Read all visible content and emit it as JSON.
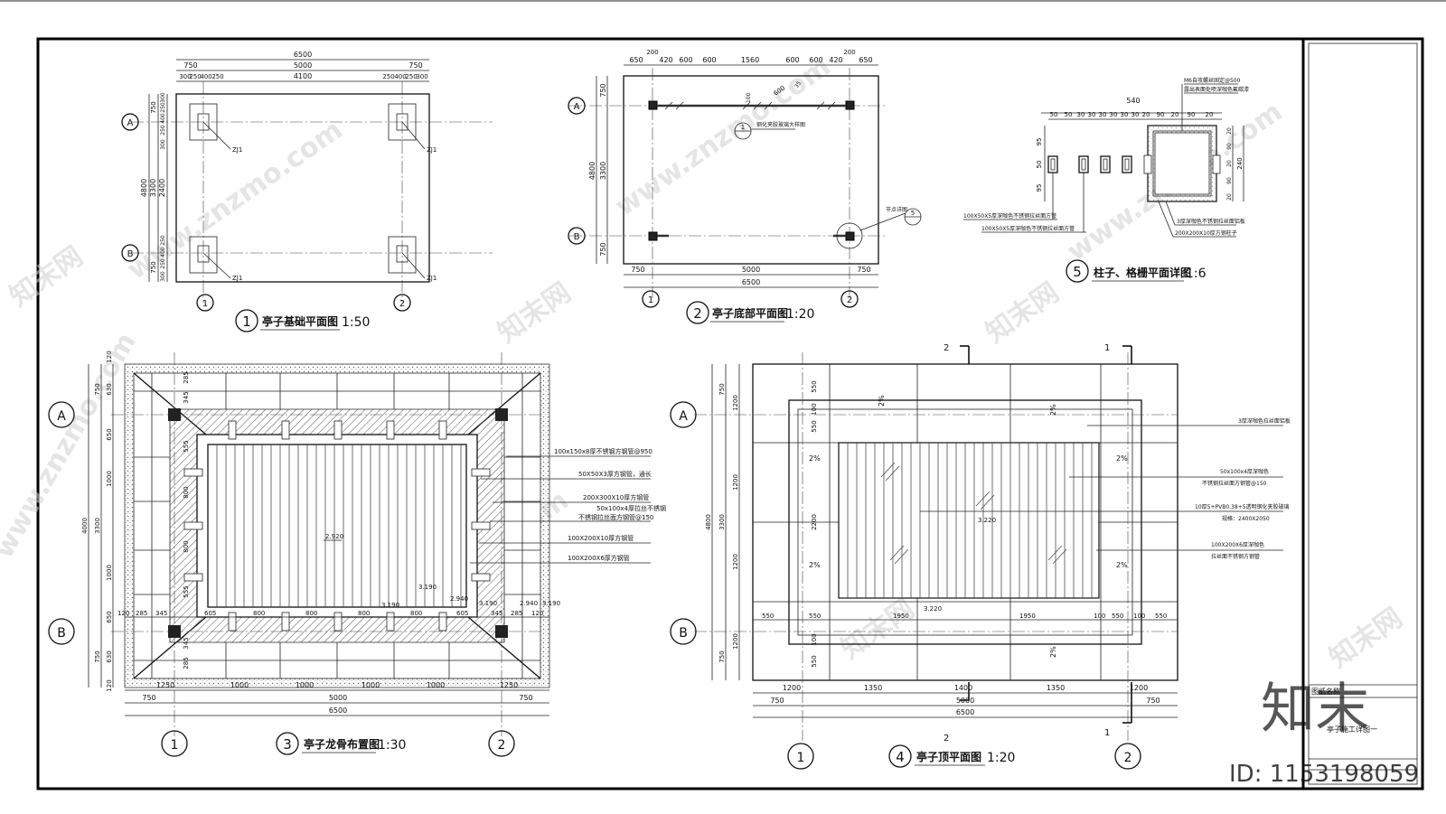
{
  "title_block": {
    "drawing_name_label": "图纸名称",
    "drawing_name": "亭子施工详图一",
    "watermark_brand": "知末",
    "watermark_site": "www.znzmo.com",
    "watermark_cn": "知末网",
    "image_id": "ID: 1153198059"
  },
  "drawing1": {
    "number": "1",
    "title": "亭子基础平面图",
    "scale": "1:50",
    "axis_a": "A",
    "axis_b": "B",
    "axis_1": "1",
    "axis_2": "2",
    "dims_top": [
      "6500",
      "750",
      "5000",
      "750",
      "300",
      "250",
      "400",
      "250",
      "4100",
      "250",
      "400",
      "250",
      "300"
    ],
    "dims_left": [
      "4800",
      "3300",
      "2400",
      "750",
      "750",
      "300",
      "250",
      "400",
      "250",
      "300",
      "250",
      "400",
      "250",
      "300"
    ],
    "tag": "ZJ1"
  },
  "drawing2": {
    "number": "2",
    "title": "亭子底部平面图",
    "scale": "1:20",
    "axis_a": "A",
    "axis_b": "B",
    "axis_1": "1",
    "axis_2": "2",
    "dims_top": [
      "650",
      "200",
      "420",
      "600",
      "600",
      "1560",
      "600",
      "600",
      "420",
      "200",
      "650"
    ],
    "dims_bottom": [
      "750",
      "5000",
      "750",
      "6500"
    ],
    "dims_left": [
      "750",
      "4800",
      "3300",
      "750"
    ],
    "note_glass": "钢化夹胶玻璃大样图",
    "note_detail": "节点详图",
    "dim_600": "600",
    "dim_100": "100",
    "dim_35": "35",
    "callout_1": "1",
    "callout_5": "5"
  },
  "drawing3": {
    "number": "3",
    "title": "亭子龙骨布置图",
    "scale": "1:30",
    "axis_a": "A",
    "axis_b": "B",
    "axis_1": "1",
    "axis_2": "2",
    "labels": [
      "100x150x8厚不锈钢方钢管@950",
      "50X50X3厚方钢管，通长",
      "200X300X10厚方钢管",
      "50x100x4厚拉丝不锈钢",
      "不锈钢拉丝面方钢管@150",
      "100X200X10厚方钢管",
      "100X200X6厚方钢管"
    ],
    "elev": [
      "2.920",
      "3.190",
      "3.190",
      "2.940",
      "3.190",
      "2.940",
      "3.190"
    ],
    "dims_left": [
      "120",
      "750",
      "630",
      "345",
      "285",
      "650",
      "555",
      "4000",
      "1000",
      "800",
      "3300",
      "800",
      "1000",
      "555",
      "650",
      "345",
      "285",
      "750",
      "630",
      "120"
    ],
    "dims_inner": [
      "120",
      "285",
      "345",
      "605",
      "800",
      "800",
      "800",
      "800",
      "605",
      "345",
      "285",
      "120"
    ],
    "dims_bottom": [
      "1250",
      "1000",
      "1000",
      "1000",
      "1000",
      "1250",
      "750",
      "5000",
      "750",
      "6500"
    ]
  },
  "drawing4": {
    "number": "4",
    "title": "亭子顶平面图",
    "scale": "1:20",
    "axis_a": "A",
    "axis_b": "B",
    "axis_1": "1",
    "axis_2": "2",
    "section_1": "1",
    "section_2": "2",
    "labels": [
      "3厚深咖色拉丝面铝板",
      "50x100x4厚深咖色",
      "不锈钢拉丝面方钢管@150",
      "10厚5+PVB0.38+5透明钢化夹胶玻璃",
      "规格：2400X2050",
      "100X200X6厚深咖色",
      "拉丝面不锈钢方钢管"
    ],
    "slope": "2%",
    "elev": [
      "3.220",
      "3.220"
    ],
    "dims_left": [
      "750",
      "1200",
      "4800",
      "3300",
      "1200",
      "2200",
      "1200",
      "750",
      "1200"
    ],
    "dims_inner_v": [
      "550",
      "100",
      "550",
      "100",
      "550"
    ],
    "dims_mid": [
      "550",
      "550",
      "1950",
      "1950",
      "100",
      "550",
      "100",
      "550"
    ],
    "dims_bottom": [
      "1200",
      "1350",
      "1400",
      "1350",
      "1200",
      "750",
      "5000",
      "750",
      "6500"
    ]
  },
  "drawing5": {
    "number": "5",
    "title": "柱子、格栅平面详图",
    "scale": "1:6",
    "dims_top": [
      "540",
      "50",
      "50",
      "30",
      "30",
      "30",
      "30",
      "30",
      "30",
      "20",
      "90",
      "20",
      "90",
      "20"
    ],
    "dims_left": [
      "95",
      "50",
      "95"
    ],
    "dims_right": [
      "20",
      "90",
      "20",
      "90",
      "20",
      "240"
    ],
    "notes": [
      "M6自攻螺丝固定@500",
      "露出表面处喷深咖色氟碳漆",
      "100X50X5厚深咖色不锈钢拉丝面方管",
      "100X50X5厚深咖色不锈钢拉丝面方管",
      "3厚深咖色不锈钢拉丝面铝板",
      "200X200X10厚方钢柱子"
    ]
  }
}
